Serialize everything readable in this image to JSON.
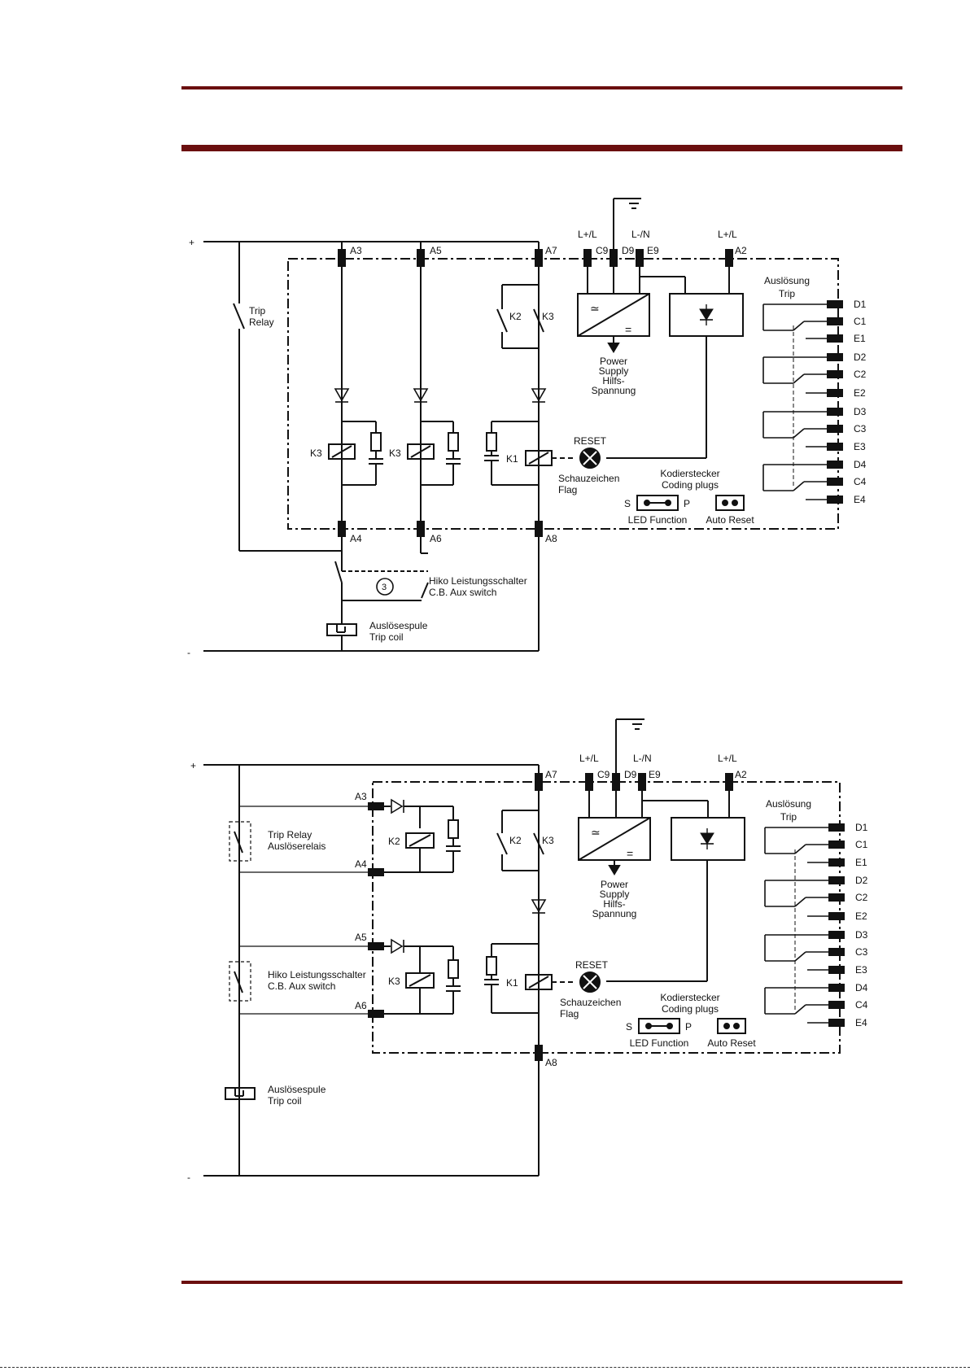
{
  "colors": {
    "rule": "#6b0f0f",
    "ink": "#111111"
  },
  "diagrams": [
    {
      "plus": "+",
      "minus": "-",
      "trip_relay": [
        "Trip",
        "Relay"
      ],
      "cb_aux": [
        "Hiko Leistungsschalter",
        "C.B. Aux switch"
      ],
      "trip_coil": [
        "Auslösespule",
        "Trip coil"
      ],
      "terminals_left": [
        "A3",
        "A4",
        "A5",
        "A6"
      ],
      "k3_label": "K3",
      "k3b_label": "K3",
      "k2_label": "K2",
      "k3c_label": "K3",
      "k1_label": "K1",
      "circle_num": "3",
      "a7": "A7",
      "a8": "A8",
      "a2": "A2",
      "c9": "C9",
      "d9": "D9",
      "e9": "E9",
      "lpl1": "L+/L",
      "lmn": "L-/N",
      "lpl2": "L+/L",
      "psu_ac": "≃",
      "psu_dc": "=",
      "power_supply": [
        "Power",
        "Supply",
        "Hilfs-",
        "Spannung"
      ],
      "reset": "RESET",
      "flag": [
        "Schauzeichen",
        "Flag"
      ],
      "coding": [
        "Kodierstecker",
        "Coding plugs"
      ],
      "led_s": "S",
      "led_p": "P",
      "led_function": "LED Function",
      "auto_reset": "Auto Reset",
      "trip_head": [
        "Auslösung",
        "Trip"
      ],
      "outputs": [
        "D1",
        "C1",
        "E1",
        "D2",
        "C2",
        "E2",
        "D3",
        "C3",
        "E3",
        "D4",
        "C4",
        "E4"
      ]
    },
    {
      "plus": "+",
      "minus": "-",
      "trip_relay": [
        "Trip Relay",
        "Auslöserelais"
      ],
      "cb_aux": [
        "Hiko Leistungsschalter",
        "C.B. Aux switch"
      ],
      "trip_coil": [
        "Auslösespule",
        "Trip coil"
      ],
      "terminals_left": [
        "A3",
        "A4",
        "A5",
        "A6"
      ],
      "k2_label": "K2",
      "k3_label": "K3",
      "k2b_label": "K2",
      "k3b_label": "K3",
      "k1_label": "K1",
      "a7": "A7",
      "a8": "A8",
      "a2": "A2",
      "c9": "C9",
      "d9": "D9",
      "e9": "E9",
      "lpl1": "L+/L",
      "lmn": "L-/N",
      "lpl2": "L+/L",
      "psu_ac": "≃",
      "psu_dc": "=",
      "power_supply": [
        "Power",
        "Supply",
        "Hilfs-",
        "Spannung"
      ],
      "reset": "RESET",
      "flag": [
        "Schauzeichen",
        "Flag"
      ],
      "coding": [
        "Kodierstecker",
        "Coding plugs"
      ],
      "led_s": "S",
      "led_p": "P",
      "led_function": "LED Function",
      "auto_reset": "Auto Reset",
      "trip_head": [
        "Auslösung",
        "Trip"
      ],
      "outputs": [
        "D1",
        "C1",
        "E1",
        "D2",
        "C2",
        "E2",
        "D3",
        "C3",
        "E3",
        "D4",
        "C4",
        "E4"
      ]
    }
  ]
}
